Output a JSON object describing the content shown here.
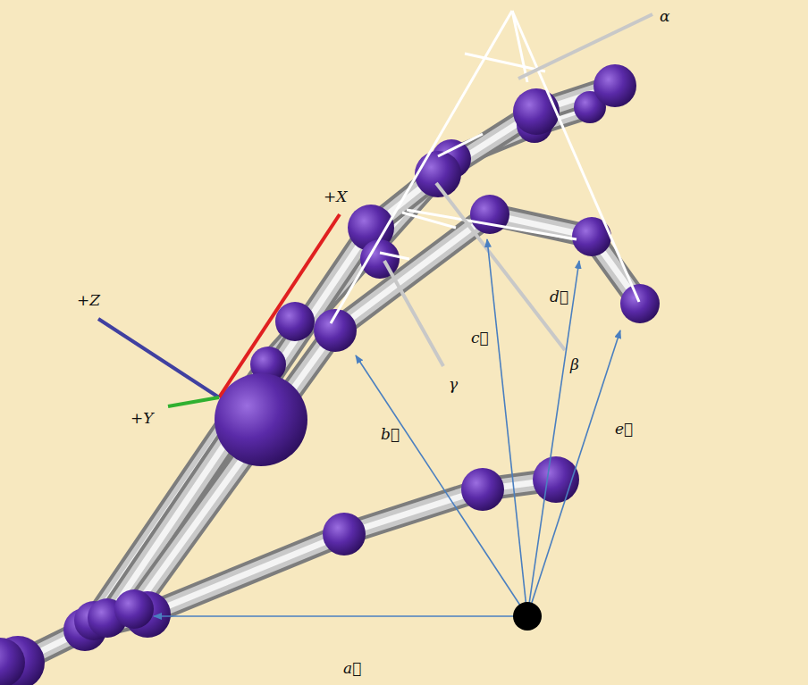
{
  "diagram": {
    "labels": [
      "α",
      "+X",
      "+Z",
      "+Y",
      "γ",
      "β",
      "c⃗",
      "d⃗",
      "b⃗",
      "e⃗",
      "a⃗"
    ]
  }
}
